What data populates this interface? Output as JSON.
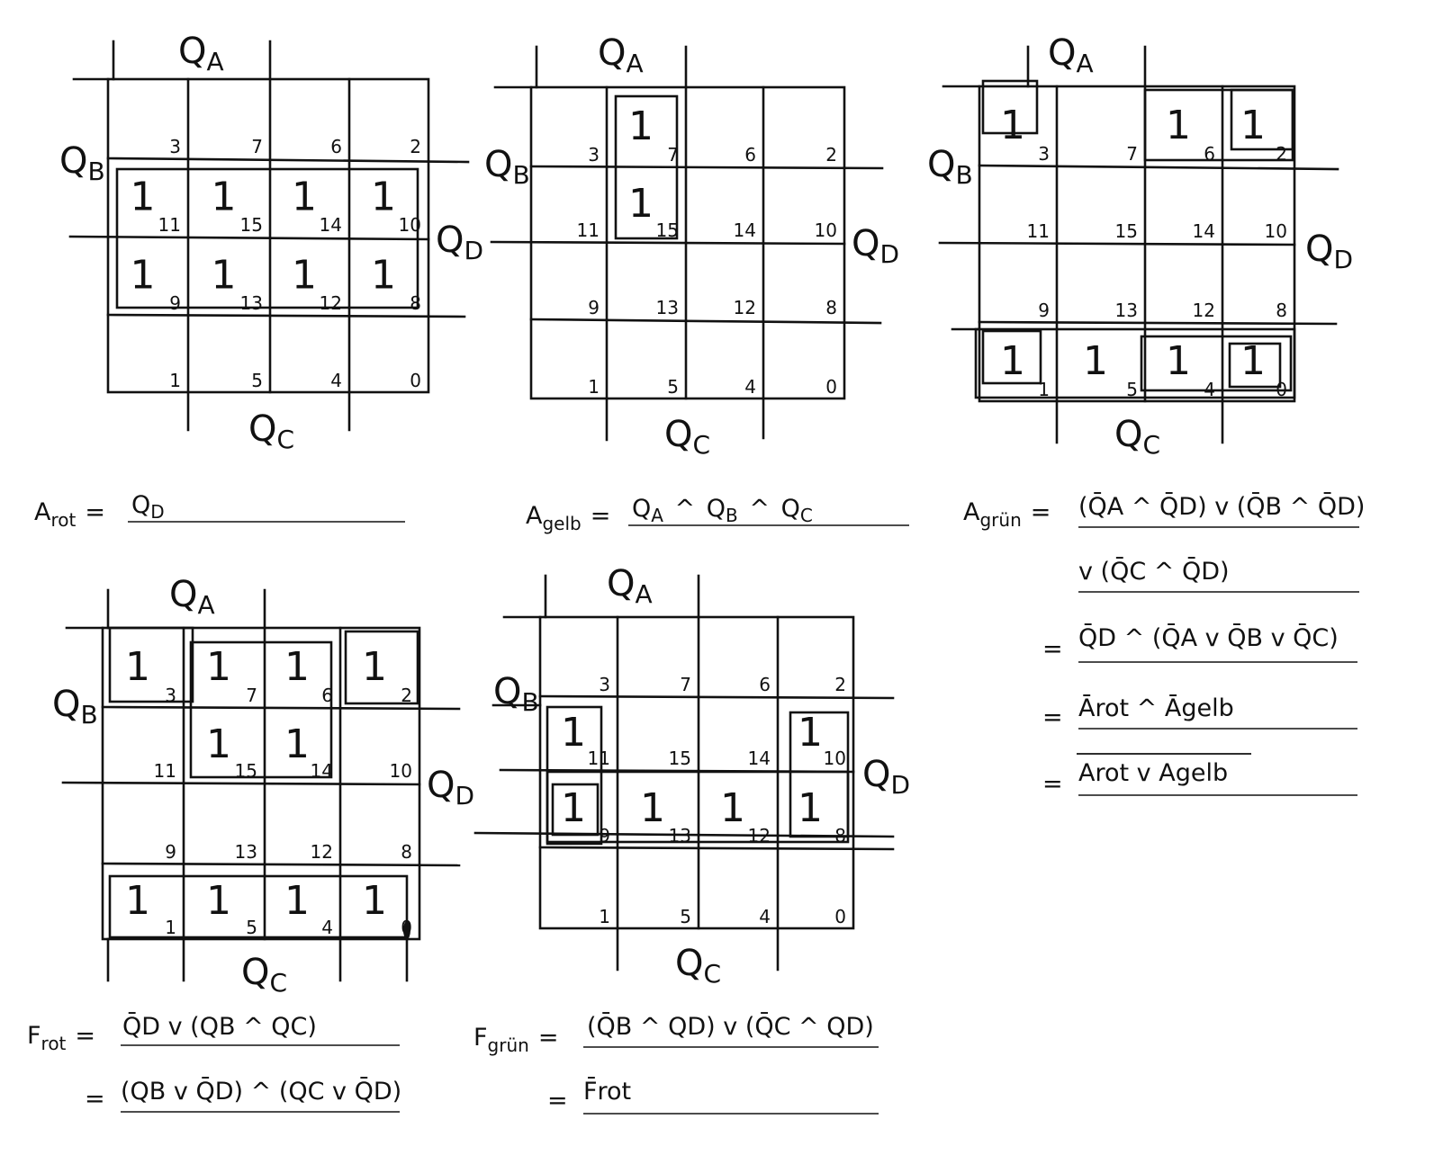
{
  "labels": {
    "qa_main": "Q",
    "qa_sub": "A",
    "qb_main": "Q",
    "qb_sub": "B",
    "qc_main": "Q",
    "qc_sub": "C",
    "qd_main": "Q",
    "qd_sub": "D"
  },
  "cell_value": "1",
  "cell_indices": [
    [
      "3",
      "7",
      "6",
      "2"
    ],
    [
      "11",
      "15",
      "14",
      "10"
    ],
    [
      "9",
      "13",
      "12",
      "8"
    ],
    [
      "1",
      "5",
      "4",
      "0"
    ]
  ],
  "maps": [
    {
      "id": "a-rot",
      "ones": [
        [
          1,
          0
        ],
        [
          1,
          1
        ],
        [
          1,
          2
        ],
        [
          1,
          3
        ],
        [
          2,
          0
        ],
        [
          2,
          1
        ],
        [
          2,
          2
        ],
        [
          2,
          3
        ]
      ]
    },
    {
      "id": "a-gelb",
      "ones": [
        [
          0,
          1
        ],
        [
          1,
          1
        ]
      ]
    },
    {
      "id": "a-gruen",
      "ones": [
        [
          0,
          0
        ],
        [
          0,
          2
        ],
        [
          0,
          3
        ],
        [
          3,
          0
        ],
        [
          3,
          1
        ],
        [
          3,
          2
        ],
        [
          3,
          3
        ]
      ]
    },
    {
      "id": "f-rot",
      "ones": [
        [
          0,
          0
        ],
        [
          0,
          1
        ],
        [
          0,
          2
        ],
        [
          0,
          3
        ],
        [
          1,
          1
        ],
        [
          1,
          2
        ],
        [
          3,
          0
        ],
        [
          3,
          1
        ],
        [
          3,
          2
        ],
        [
          3,
          3
        ]
      ]
    },
    {
      "id": "f-gruen",
      "ones": [
        [
          1,
          0
        ],
        [
          1,
          3
        ],
        [
          2,
          0
        ],
        [
          2,
          1
        ],
        [
          2,
          2
        ],
        [
          2,
          3
        ]
      ]
    }
  ],
  "equations": {
    "a_rot": {
      "lhs": "A",
      "lhs_sub": "rot",
      "eq": "=",
      "rhs": "Q",
      "rhs_sub": "D"
    },
    "a_gelb": {
      "lhs": "A",
      "lhs_sub": "gelb",
      "eq": "=",
      "t1": "Q",
      "t1_sub": "A",
      "op1": "^",
      "t2": "Q",
      "t2_sub": "B",
      "op2": "^",
      "t3": "Q",
      "t3_sub": "C"
    },
    "a_gruen": {
      "lhs": "A",
      "lhs_sub": "grün",
      "eq": "=",
      "line1": "(Q̄A ^ Q̄D) v (Q̄B ^ Q̄D)",
      "line2": "v (Q̄C ^ Q̄D)",
      "line3": "Q̄D ^ (Q̄A v Q̄B v Q̄C)",
      "line4": "Ārot ^ Āgelb",
      "line5": "Arot v Agelb"
    },
    "f_rot": {
      "lhs": "F",
      "lhs_sub": "rot",
      "eq": "=",
      "line1": "Q̄D v (QB ^ QC)",
      "line2": "(QB v Q̄D) ^ (QC v Q̄D)"
    },
    "f_gruen": {
      "lhs": "F",
      "lhs_sub": "grün",
      "eq": "=",
      "line1": "(Q̄B ^ QD) v (Q̄C ^ QD)",
      "line2": "F̄rot"
    }
  }
}
